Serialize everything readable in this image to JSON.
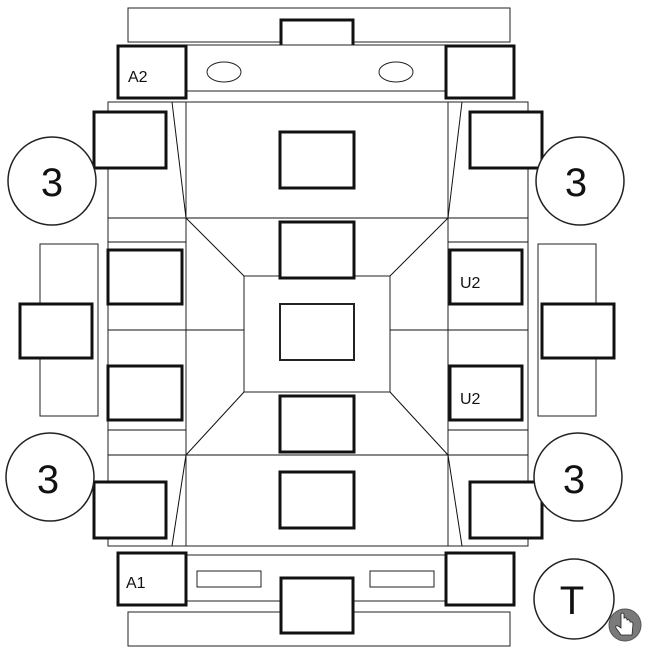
{
  "labels": {
    "a2": "A2",
    "a1": "A1",
    "u2_top": "U2",
    "u2_bottom": "U2",
    "circle_tl": "3",
    "circle_tr": "3",
    "circle_bl": "3",
    "circle_br": "3",
    "t_button": "T"
  },
  "icons": {
    "pointer": "hand-pointer-icon"
  }
}
